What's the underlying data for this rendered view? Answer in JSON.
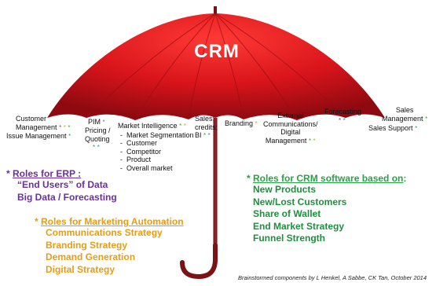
{
  "title": "CRM",
  "colors": {
    "canopy": "#d8141b",
    "canopy_dark": "#9d0c12",
    "shaft": "#8c1a1e",
    "erp": "#6b2fa0",
    "marketing": "#e79d12",
    "crm_software": "#1f8f3f"
  },
  "labels": {
    "customer_management": "Customer\nManagement",
    "issue_management": "Issue Management",
    "pim": "PIM",
    "pricing": "Pricing /\nQuoting",
    "market_intelligence": "Market Intelligence",
    "mi_items": [
      "Market Segmentation",
      "Customer",
      "Competitor",
      "Product",
      "Overall market"
    ],
    "sales_credits": "Sales;\ncredits;\nBI",
    "branding": "Branding",
    "external_comms": "External\nCommunications/\nDigital\nManagement",
    "forecasting": "Forecasting",
    "sales_management": "Sales\nManagement",
    "sales_support": "Sales Support"
  },
  "erp": {
    "heading_prefix": "* ",
    "heading": "Roles for ERP :",
    "items": [
      "“End Users” of Data",
      "Big Data / Forecasting"
    ]
  },
  "marketing": {
    "heading_prefix": "* ",
    "heading": "Roles for Marketing Automation",
    "items": [
      "Communications Strategy",
      "Branding Strategy",
      "Demand Generation",
      "Digital Strategy"
    ]
  },
  "crm_software": {
    "heading_prefix": "* ",
    "heading": "Roles for CRM software based on",
    "heading_suffix": ":",
    "items": [
      "New Products",
      "New/Lost Customers",
      "Share of Wallet",
      "End Market Strategy",
      "Funnel Strength"
    ]
  },
  "credit": "Brainstormed components by L Henkel, A Sabbe, CK Tan, October 2014"
}
